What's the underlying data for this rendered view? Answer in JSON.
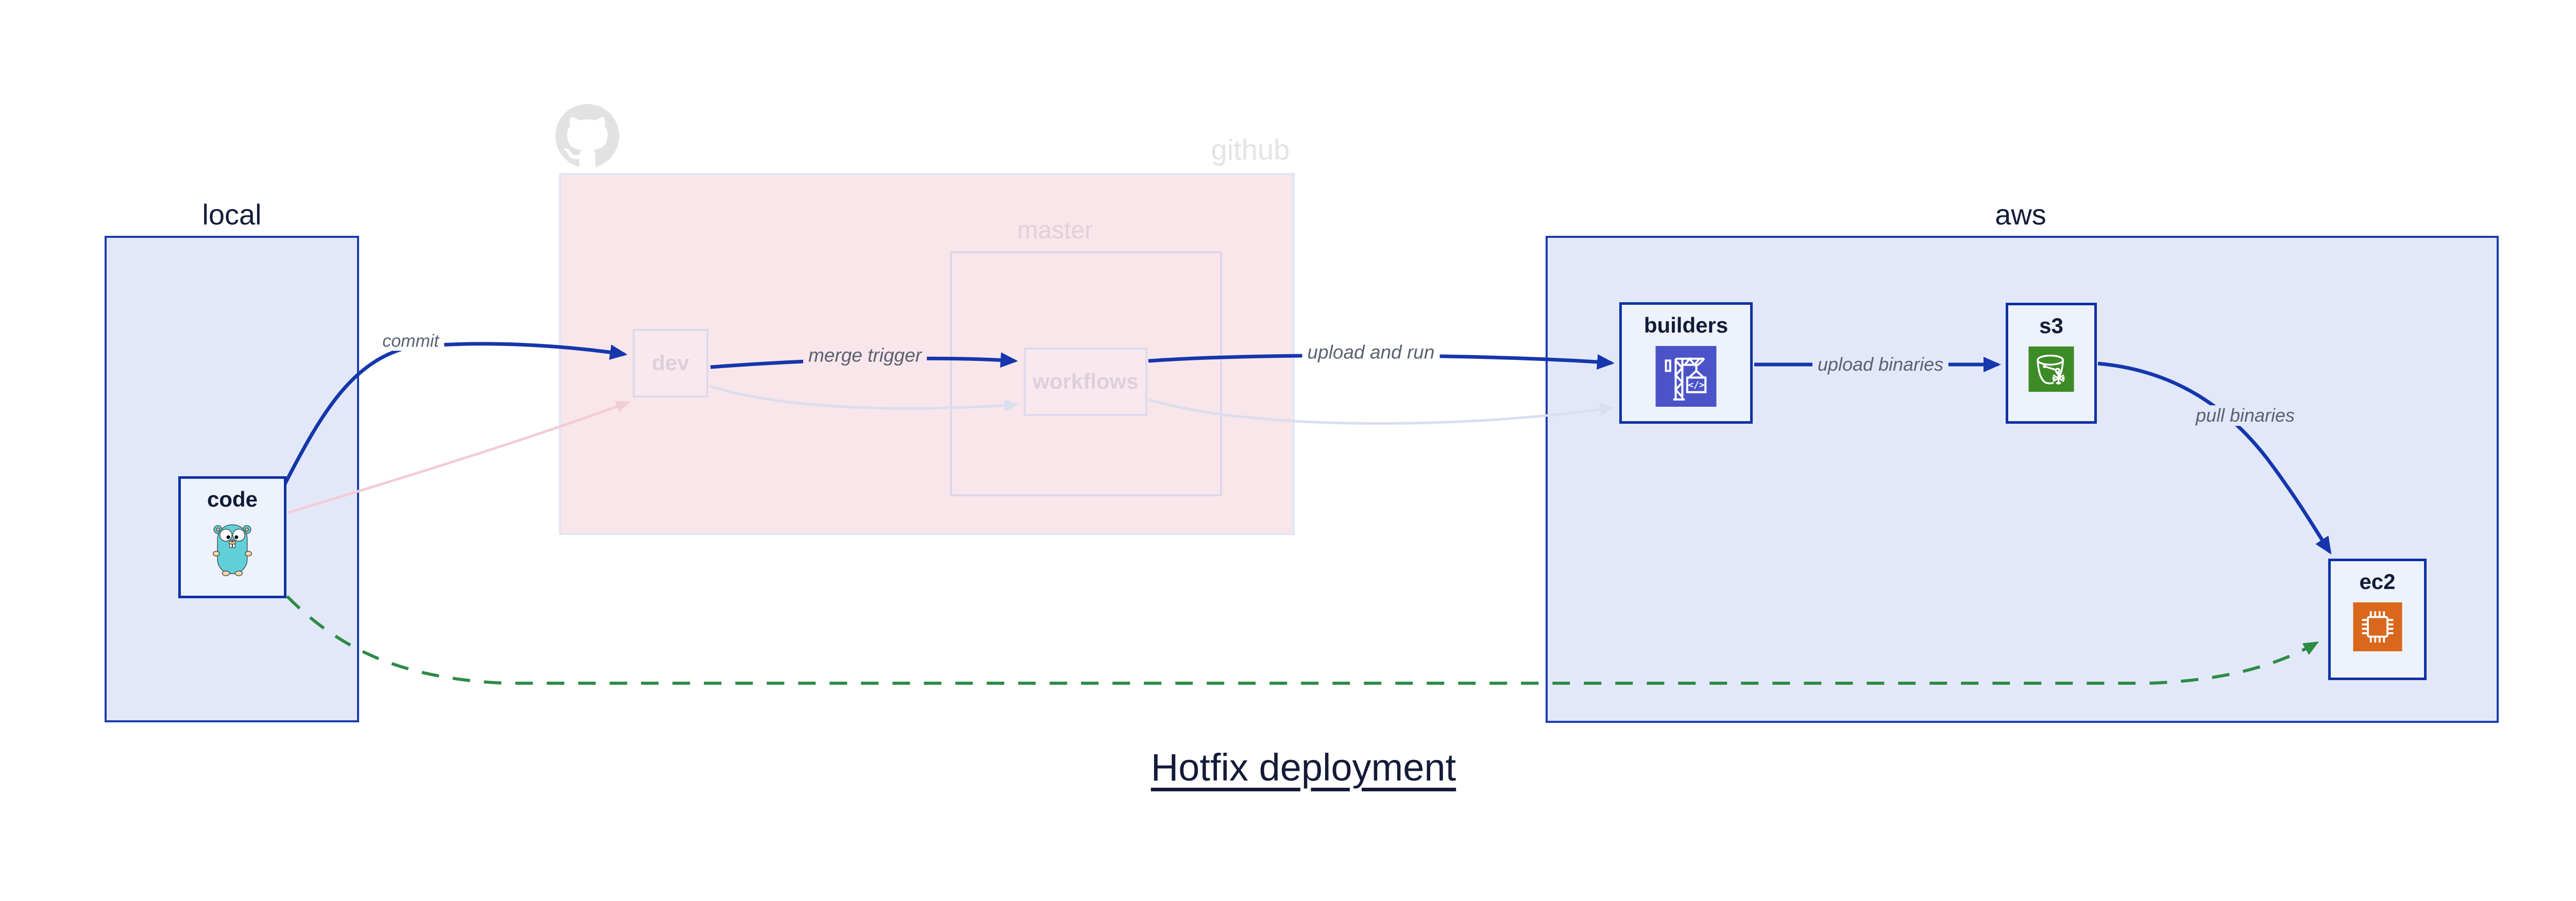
{
  "title": "Hotfix deployment",
  "groups": {
    "local": {
      "label": "local"
    },
    "github": {
      "label": "github"
    },
    "master": {
      "label": "master"
    },
    "aws": {
      "label": "aws"
    }
  },
  "nodes": {
    "code": {
      "label": "code",
      "icon": "go-gopher-icon"
    },
    "dev": {
      "label": "dev"
    },
    "workflows": {
      "label": "workflows"
    },
    "builders": {
      "label": "builders",
      "icon": "codebuild-crane-icon",
      "icon_text": "</>"
    },
    "s3": {
      "label": "s3",
      "icon": "s3-bucket-icon"
    },
    "ec2": {
      "label": "ec2",
      "icon": "ec2-chip-icon"
    }
  },
  "edges": {
    "commit": {
      "label": "commit"
    },
    "merge_trigger": {
      "label": "merge trigger"
    },
    "upload_and_run": {
      "label": "upload and run"
    },
    "upload_binaries": {
      "label": "upload binaries"
    },
    "pull_binaries": {
      "label": "pull binaries"
    }
  },
  "colors": {
    "arrow_blue": "#1536ac",
    "arrow_green_dashed": "#2e8b47",
    "arrow_faded_pink": "#f3ccd7",
    "arrow_faded_lavender": "#d9def0",
    "group_blue_fill": "#e2e8f9",
    "group_blue_border": "#1b3cae",
    "github_fill": "#f9e6ea",
    "node_fill": "#eef2fc",
    "node_border": "#0f31a5",
    "codebuild_icon_bg": "#4b53c9",
    "s3_icon_bg": "#3d8b27",
    "ec2_icon_bg": "#d9671c",
    "gopher_teal": "#5fd0d8"
  }
}
